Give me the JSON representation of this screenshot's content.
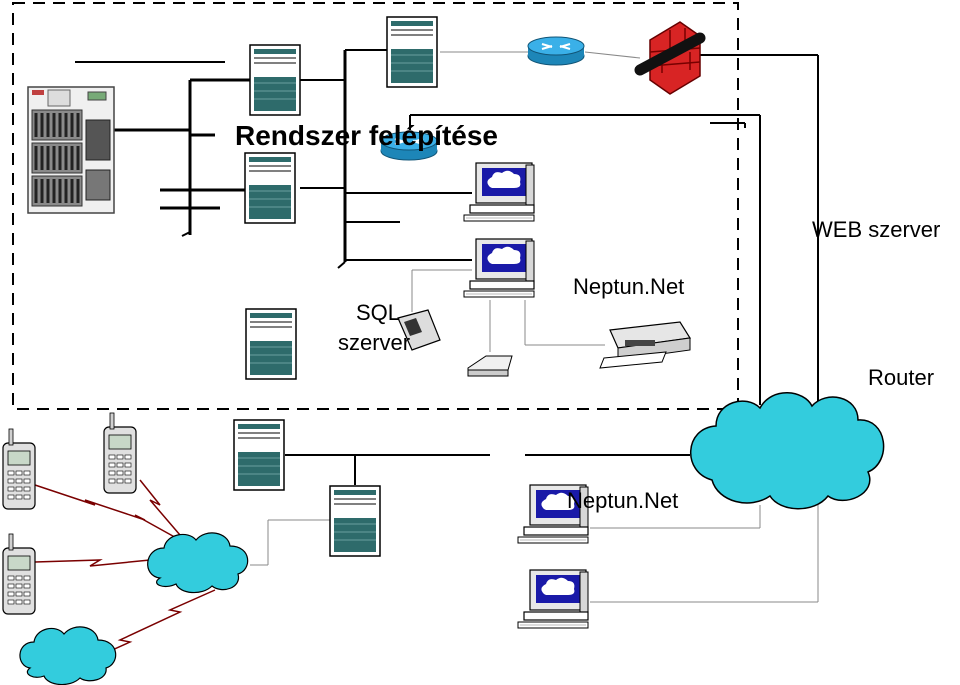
{
  "title": "Rendszer felépítése",
  "labels": {
    "web_server": "WEB szerver",
    "router": "Router",
    "neptun_top": "Neptun.Net",
    "neptun_bottom": "Neptun.Net",
    "sql_line1": "SQL",
    "sql_line2": "szerver"
  },
  "colors": {
    "cloud": "#33ccdd",
    "server_screen": "#2e6b6b",
    "monitor_screen": "#1a1aa8",
    "router": "#2aa0d8",
    "firewall": "#d82424",
    "dashed_border": "#000000"
  }
}
